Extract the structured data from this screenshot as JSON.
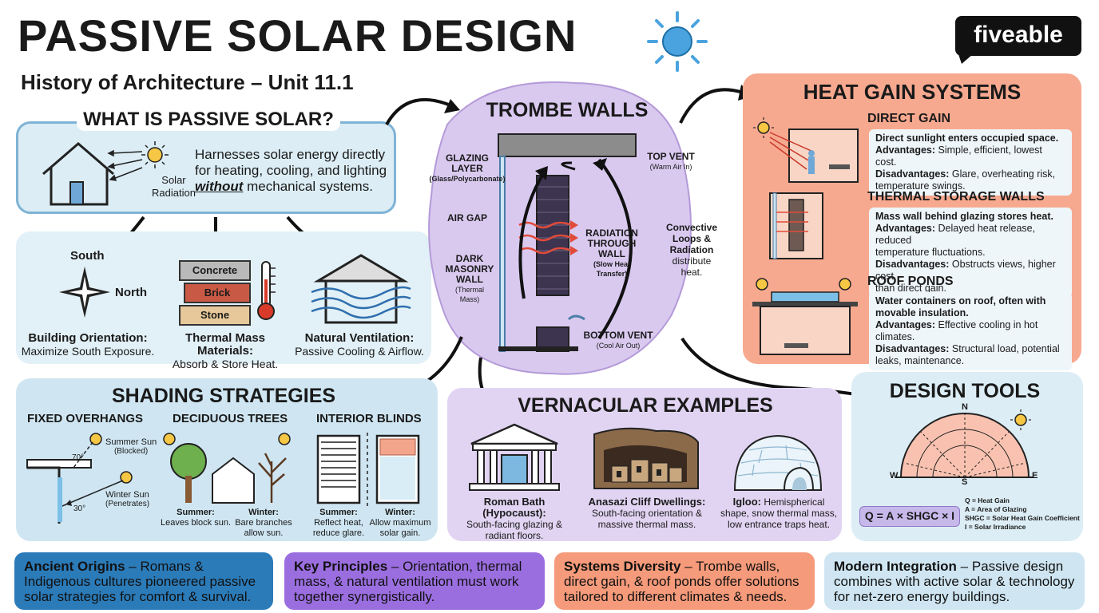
{
  "header": {
    "title": "PASSIVE SOLAR DESIGN",
    "subtitle": "History of Architecture – Unit 11.1",
    "logo": "fiveable"
  },
  "what_is": {
    "title": "WHAT IS PASSIVE SOLAR?",
    "solar_label_1": "Solar",
    "solar_label_2": "Radiation",
    "desc_1": "Harnesses solar energy directly",
    "desc_2": "for heating, cooling, and lighting",
    "desc_3_em": "without",
    "desc_3_rest": " mechanical systems."
  },
  "principles": {
    "south": "South",
    "north": "North",
    "orientation_title": "Building Orientation:",
    "orientation_desc": "Maximize South Exposure.",
    "mass_concrete": "Concrete",
    "mass_brick": "Brick",
    "mass_stone": "Stone",
    "mass_title": "Thermal Mass Materials:",
    "mass_desc": "Absorb & Store Heat.",
    "vent_title": "Natural Ventilation:",
    "vent_desc": "Passive Cooling & Airflow."
  },
  "trombe": {
    "title": "TROMBE WALLS",
    "glazing_1": "GLAZING",
    "glazing_2": "LAYER",
    "glazing_3": "(Glass/Polycarbonate)",
    "air_gap": "AIR GAP",
    "dark_1": "DARK",
    "dark_2": "MASONRY",
    "dark_3": "WALL",
    "dark_4": "(Thermal",
    "dark_5": "Mass)",
    "top_vent": "TOP VENT",
    "top_vent_sub": "(Warm Air In)",
    "radiation_1": "RADIATION",
    "radiation_2": "THROUGH",
    "radiation_3": "WALL",
    "radiation_4": "(Slow Heat",
    "radiation_5": "Transfer)",
    "convective_1": "Convective",
    "convective_2": "Loops &",
    "convective_3": "Radiation",
    "convective_4": "distribute",
    "convective_5": "heat.",
    "bottom_vent": "BOTTOM VENT",
    "bottom_vent_sub": "(Cool Air Out)"
  },
  "heat_gain": {
    "title": "HEAT GAIN SYSTEMS",
    "direct_title": "DIRECT GAIN",
    "direct_1": "Direct sunlight enters occupied space.",
    "direct_adv_label": "Advantages:",
    "direct_adv": " Simple, efficient, lowest cost.",
    "direct_dis_label": "Disadvantages:",
    "direct_dis": " Glare, overheating risk,",
    "direct_dis_2": "temperature swings.",
    "storage_title": "THERMAL STORAGE WALLS",
    "storage_1": "Mass wall behind glazing stores heat.",
    "storage_adv_label": "Advantages:",
    "storage_adv": " Delayed heat release, reduced",
    "storage_adv_2": "temperature fluctuations.",
    "storage_dis_label": "Disadvantages:",
    "storage_dis": " Obstructs views, higher cost",
    "storage_dis_2": "than direct gain.",
    "roof_title": "ROOF PONDS",
    "roof_1": "Water containers on roof, often with",
    "roof_2": "movable insulation.",
    "roof_adv_label": "Advantages:",
    "roof_adv": " Effective cooling in hot climates.",
    "roof_dis_label": "Disadvantages:",
    "roof_dis": " Structural load, potential",
    "roof_dis_2": "leaks, maintenance."
  },
  "shading": {
    "title": "SHADING STRATEGIES",
    "fixed_title": "FIXED OVERHANGS",
    "summer_sun": "Summer Sun",
    "blocked": "(Blocked)",
    "angle_70": "70°",
    "winter_sun": "Winter Sun",
    "penetrates": "(Penetrates)",
    "angle_30": "30°",
    "trees_title": "DECIDUOUS TREES",
    "trees_summer": "Summer:",
    "trees_summer_desc": "Leaves block sun.",
    "trees_winter": "Winter:",
    "trees_winter_1": "Bare branches",
    "trees_winter_2": "allow sun.",
    "blinds_title": "INTERIOR BLINDS",
    "blinds_summer": "Summer:",
    "blinds_summer_1": "Reflect heat,",
    "blinds_summer_2": "reduce glare.",
    "blinds_winter": "Winter:",
    "blinds_winter_1": "Allow maximum",
    "blinds_winter_2": "solar gain."
  },
  "vernacular": {
    "title": "VERNACULAR EXAMPLES",
    "roman_title": "Roman Bath (Hypocaust):",
    "roman_1": "South-facing glazing &",
    "roman_2": "radiant floors.",
    "anasazi_title": "Anasazi Cliff Dwellings:",
    "anasazi_1": "South-facing orientation &",
    "anasazi_2": "massive thermal mass.",
    "igloo_title": "Igloo:",
    "igloo_1": " Hemispherical",
    "igloo_2": "shape, snow thermal mass,",
    "igloo_3": "low entrance traps heat."
  },
  "design_tools": {
    "title": "DESIGN TOOLS",
    "n": "N",
    "s": "S",
    "w": "W",
    "e": "E",
    "formula": "Q = A × SHGC × I",
    "legend_q": "Q = Heat Gain",
    "legend_a": "A = Area of Glazing",
    "legend_shgc": "SHGC = Solar Heat Gain Coefficient",
    "legend_i": "I = Solar Irradiance"
  },
  "bottom": {
    "ancient_label": "Ancient Origins",
    "ancient_text": " – Romans & Indigenous cultures pioneered passive solar strategies for comfort & survival.",
    "key_label": "Key Principles",
    "key_text": " – Orientation, thermal mass, & natural ventilation must work together synergistically.",
    "systems_label": "Systems Diversity",
    "systems_text": " – Trombe walls, direct gain, & roof ponds offer solutions tailored to different climates & needs.",
    "modern_label": "Modern Integration",
    "modern_text": " – Passive design combines with active solar & technology for net-zero energy buildings."
  },
  "colors": {
    "blue_panel": "#dcedf5",
    "blue_border": "#7fb3d5",
    "purple_panel": "#d9c9ef",
    "salmon_panel": "#f7a98f",
    "light_blue_panel": "#cfe6f2",
    "ancient": "#2b7bb9",
    "key": "#8f5fd6",
    "systems": "#f59a7a",
    "modern": "#cfe6f2"
  }
}
